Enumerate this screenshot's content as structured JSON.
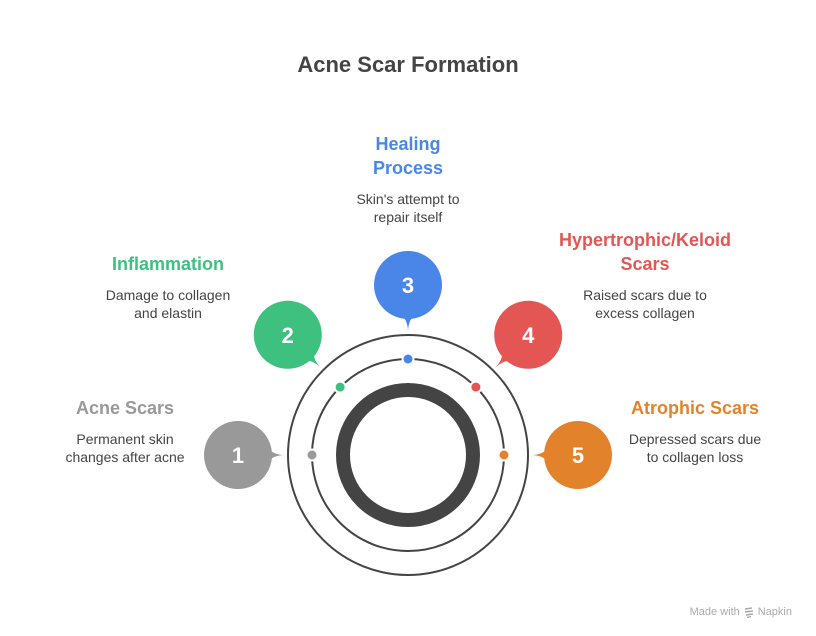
{
  "title": "Acne Scar Formation",
  "colors": {
    "gray": "#999999",
    "green": "#3ec07f",
    "blue": "#4a86e8",
    "red": "#e35654",
    "orange": "#e2832c",
    "ring": "#444444"
  },
  "steps": [
    {
      "number": "1",
      "title": "Acne Scars",
      "title_line2": "",
      "description": "Permanent skin",
      "description_line2": "changes after acne",
      "color": "#999999"
    },
    {
      "number": "2",
      "title": "Inflammation",
      "title_line2": "",
      "description": "Damage to collagen",
      "description_line2": "and elastin",
      "color": "#3ec07f"
    },
    {
      "number": "3",
      "title": "Healing",
      "title_line2": "Process",
      "description": "Skin's attempt to",
      "description_line2": "repair itself",
      "color": "#4a86e8"
    },
    {
      "number": "4",
      "title": "Hypertrophic/Keloid",
      "title_line2": "Scars",
      "description": "Raised scars due to",
      "description_line2": "excess collagen",
      "color": "#e35654"
    },
    {
      "number": "5",
      "title": "Atrophic Scars",
      "title_line2": "",
      "description": "Depressed scars due",
      "description_line2": "to collagen loss",
      "color": "#e2832c"
    }
  ],
  "footer": {
    "made_with": "Made with",
    "brand": "Napkin"
  }
}
